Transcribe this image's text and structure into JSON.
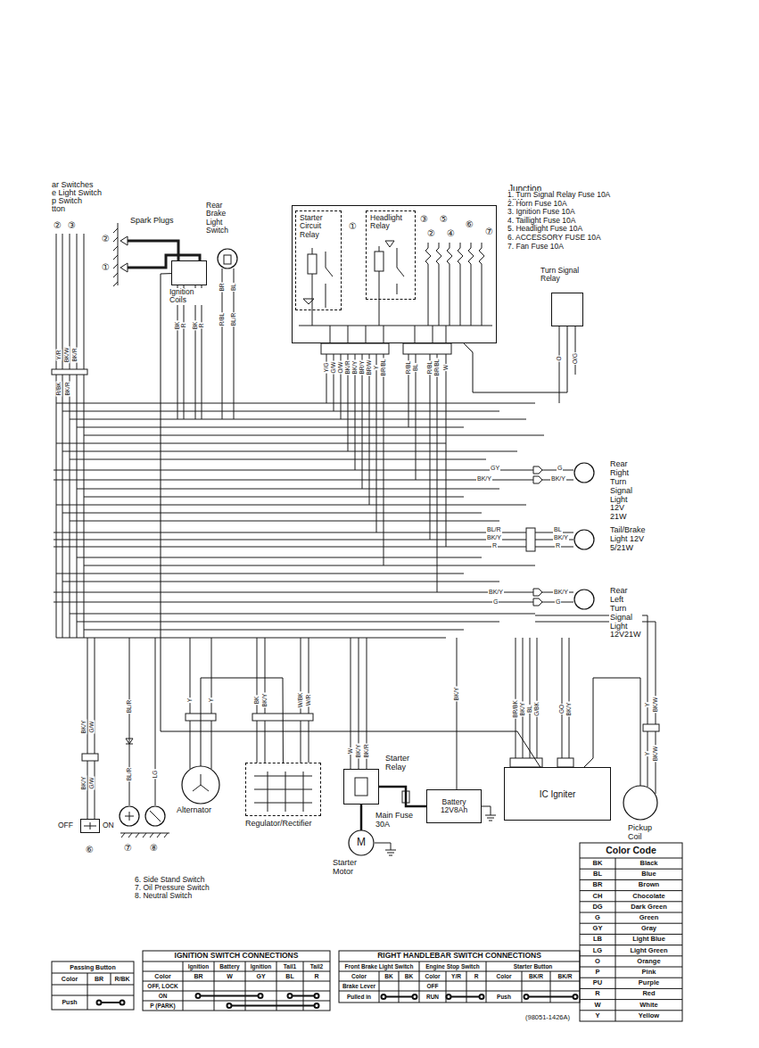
{
  "diagram": {
    "nodes": [
      {
        "text": [
          "Junction Box"
        ]
      },
      {
        "text": [
          "Starter Circuit Relay"
        ],
        "in": 0
      },
      {
        "text": [
          "Headlight Relay"
        ],
        "in": 0
      },
      {
        "text": [
          "Ignition Coils"
        ]
      },
      {
        "text": [
          "Rear Brake Light Switch"
        ]
      },
      {
        "text": [
          "Turn Signal Relay"
        ]
      },
      {
        "text": [
          "Rear Right Turn Signal Light 12V 21W"
        ]
      },
      {
        "text": [
          "Tail/Brake Light 12V 5/21W"
        ]
      },
      {
        "text": [
          "Rear Left Turn Signal Light 12V21W"
        ]
      },
      {
        "text": [
          "⑥"
        ]
      },
      {
        "text": [
          "⑦"
        ]
      },
      {
        "text": [
          "⑧"
        ]
      },
      {
        "text": [
          "Alternator"
        ]
      },
      {
        "text": [
          "Regulator/Rectifier"
        ]
      },
      {
        "text": [
          "Starter Relay"
        ]
      },
      {
        "text": [
          "M",
          "Starter Motor"
        ]
      },
      {
        "text": [
          "Battery 12V8Ah"
        ]
      },
      {
        "text": [
          "IC Igniter"
        ]
      },
      {
        "text": [
          "Pickup Coil"
        ]
      }
    ],
    "edges": [
      {
        "from": 3,
        "to": 17,
        "arrow": "none"
      },
      {
        "from": 5,
        "to": 0,
        "arrow": "none"
      },
      {
        "from": 12,
        "to": 13,
        "arrow": "none"
      },
      {
        "from": 16,
        "to": 14,
        "arrow": "none"
      },
      {
        "from": 14,
        "to": 15,
        "arrow": "none"
      },
      {
        "from": 18,
        "to": 17,
        "arrow": "none"
      }
    ],
    "labels": [
      "ar Switches",
      "e Light Switch",
      "p Switch",
      "tton",
      "②",
      "③",
      "②",
      "①",
      "Spark Plugs",
      "①",
      "③",
      "⑤",
      "②",
      "④",
      "⑥",
      "⑦",
      "1. Turn Signal Relay Fuse 10A",
      "2. Horn Fuse 10A",
      "3. Ignition Fuse 10A",
      "4. Taillight Fuse 10A",
      "5. Headlight Fuse 10A",
      "6. ACCESSORY FUSE 10A",
      "7. Fan Fuse 10A",
      "Y/G",
      "G/W",
      "O/W",
      "BK/R",
      "BK/Y",
      "BR/Y",
      "BR/W",
      "Y",
      "BR/BL",
      "R/BL",
      "BL",
      "R/BL",
      "BR/BL",
      "W",
      "O",
      "O/G",
      "GY",
      "BK/Y",
      "G",
      "BK/Y",
      "BL/R",
      "BK/Y",
      "R",
      "BL",
      "BK/Y",
      "R",
      "BK/Y",
      "G",
      "BK/Y",
      "G",
      "Y/R",
      "BK/W",
      "BK/R",
      "R/BK",
      "BK/R",
      "BK",
      "R",
      "BK",
      "R",
      "BR",
      "BL",
      "R/BL",
      "BL/R",
      "BK/Y",
      "G/W",
      "BK/Y",
      "G/W",
      "BL/R",
      "BL/R",
      "LG",
      "OFF",
      "ON",
      "6. Side Stand Switch",
      "7. Oil Pressure Switch",
      "8. Neutral Switch",
      "Y",
      "Y",
      "BK",
      "BK/Y",
      "W/BK",
      "W/R",
      "W",
      "BK/Y",
      "BK/R",
      "BK/Y",
      "Main Fuse 30A",
      "BR/BK",
      "BK/Y",
      "BL",
      "G/BK",
      "GO",
      "BK/Y",
      "Y",
      "BK/W",
      "Y",
      "BK/W",
      "Color Code",
      "BK",
      "Black",
      "BL",
      "Blue",
      "BR",
      "Brown",
      "CH",
      "Chocolate",
      "DG",
      "Dark Green",
      "G",
      "Green",
      "GY",
      "Gray",
      "LB",
      "Light Blue",
      "LG",
      "Light Green",
      "O",
      "Orange",
      "P",
      "Pink",
      "PU",
      "Purple",
      "R",
      "Red",
      "W",
      "White",
      "Y",
      "Yellow",
      "Passing Button",
      "Color",
      "BR",
      "R/BK",
      "Push",
      "IGNITION SWITCH CONNECTIONS",
      "Ignition",
      "Battery",
      "Ignition",
      "Tail1",
      "Tail2",
      "Color",
      "BR",
      "W",
      "GY",
      "BL",
      "R",
      "OFF, LOCK",
      "ON",
      "P (PARK)",
      "RIGHT HANDLEBAR SWITCH CONNECTIONS",
      "Front Brake Light Switch",
      "Engine Stop Switch",
      "Starter Button",
      "Color",
      "BK",
      "BK",
      "Color",
      "Y/R",
      "R",
      "Color",
      "BK/R",
      "BK/R",
      "Brake Lever",
      "OFF",
      "Pulled in",
      "RUN",
      "Push",
      "(98051-1426A)"
    ]
  }
}
